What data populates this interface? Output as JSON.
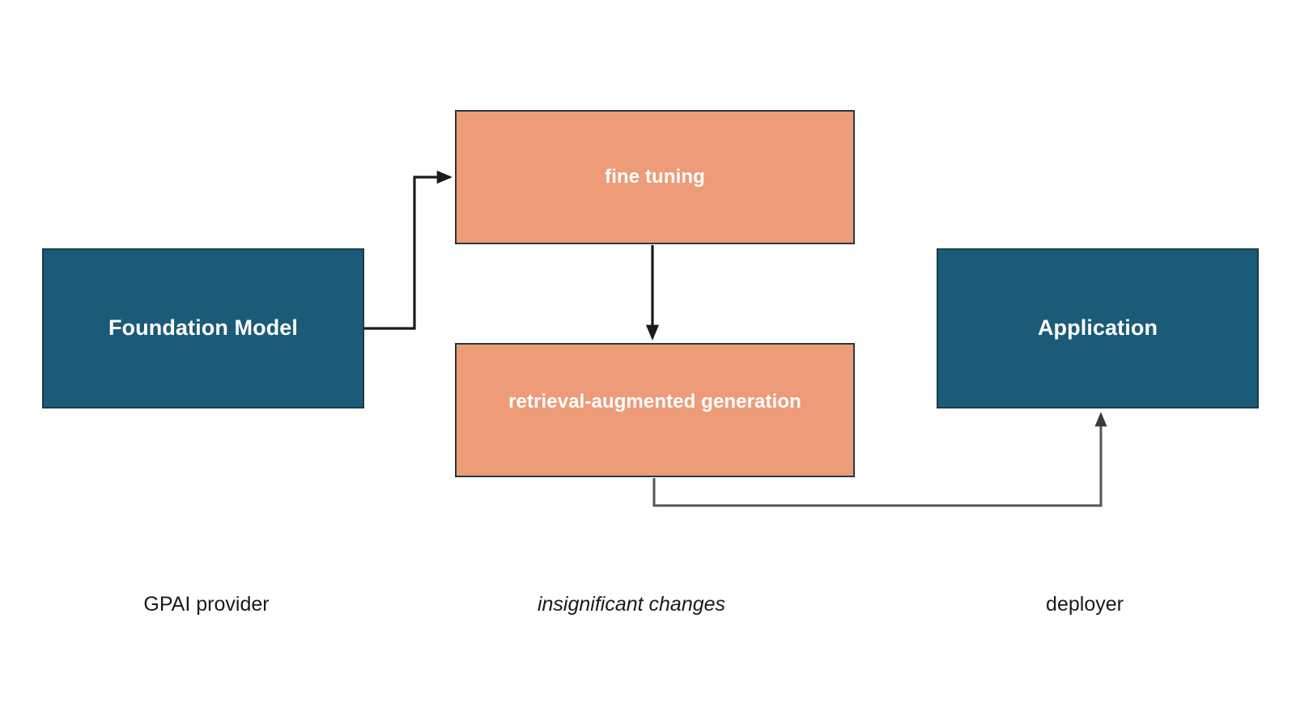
{
  "diagram": {
    "type": "flowchart",
    "background": "#ffffff",
    "palette": {
      "blue_fill": "#1b5b78",
      "orange_fill": "#ed9b78",
      "node_border": "#1f3b47",
      "node_label": "#ffffff",
      "edge_dark": "#1a1a1a",
      "edge_gray": "#555555",
      "caption_text": "#1a1a1a"
    },
    "nodes": [
      {
        "id": "foundation-model",
        "label": "Foundation Model",
        "style": "blue"
      },
      {
        "id": "fine-tuning",
        "label": "fine tuning",
        "style": "orange"
      },
      {
        "id": "rag",
        "label": "retrieval-augmented generation",
        "style": "orange"
      },
      {
        "id": "application",
        "label": "Application",
        "style": "blue"
      }
    ],
    "edges": [
      {
        "id": "fm-to-fine-tuning",
        "from": "foundation-model",
        "to": "fine-tuning",
        "arrow": "to",
        "color": "#1a1a1a"
      },
      {
        "id": "fine-tuning-to-rag",
        "from": "fine-tuning",
        "to": "rag",
        "arrow": "to",
        "color": "#1a1a1a"
      },
      {
        "id": "rag-to-application",
        "from": "rag",
        "to": "application",
        "arrow": "to",
        "color": "#555555"
      }
    ],
    "captions": [
      {
        "id": "gpai-provider",
        "text": "GPAI provider",
        "italic": false
      },
      {
        "id": "insignificant-changes",
        "text": "insignificant changes",
        "italic": true
      },
      {
        "id": "deployer",
        "text": "deployer",
        "italic": false
      }
    ]
  }
}
